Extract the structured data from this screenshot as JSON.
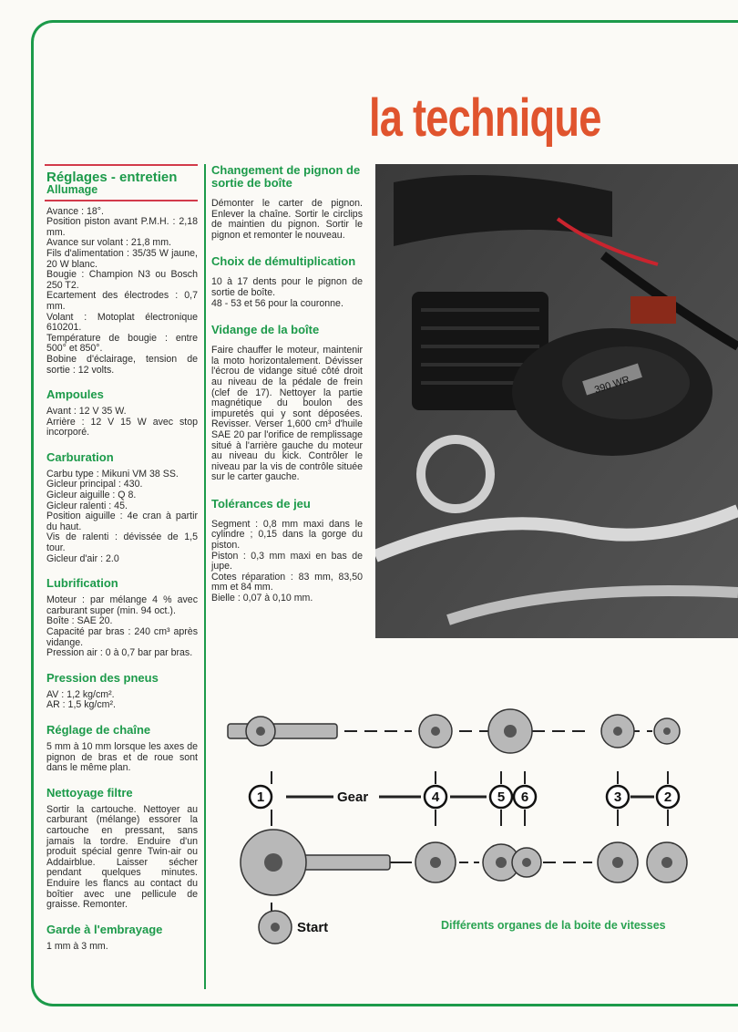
{
  "title": "la technique",
  "left": {
    "heading": "Réglages - entretien",
    "subheading": "Allumage",
    "allumage": [
      "Avance : 18°.",
      "Position piston avant P.M.H. : 2,18 mm.",
      "Avance sur volant : 21,8 mm.",
      "Fils d'alimentation : 35/35 W jaune, 20 W blanc.",
      "Bougie : Champion N3 ou Bosch 250 T2.",
      "Ecartement des électrodes : 0,7 mm.",
      "Volant : Motoplat électronique 610201.",
      "Température de bougie : entre 500° et 850°.",
      "Bobine d'éclairage, tension de sortie : 12 volts."
    ],
    "ampoules_title": "Ampoules",
    "ampoules": [
      "Avant : 12 V 35 W.",
      "Arrière : 12 V 15 W avec stop incorporé."
    ],
    "carburation_title": "Carburation",
    "carburation": [
      "Carbu type : Mikuni VM 38 SS.",
      "Gicleur principal : 430.",
      "Gicleur aiguille : Q 8.",
      "Gicleur ralenti : 45.",
      "Position aiguille : 4e cran à partir du haut.",
      "Vis de ralenti : dévissée de 1,5 tour.",
      "Gicleur d'air : 2.0"
    ],
    "lubrification_title": "Lubrification",
    "lubrification": [
      "Moteur : par mélange 4 % avec carburant super (min. 94 oct.).",
      "Boîte : SAE 20.",
      "Capacité par bras : 240 cm³ après vidange.",
      "Pression air : 0 à 0,7 bar par bras."
    ],
    "pneus_title": "Pression des pneus",
    "pneus": [
      "AV : 1,2 kg/cm².",
      "AR : 1,5 kg/cm²."
    ],
    "chaine_title": "Réglage de chaîne",
    "chaine": "5 mm à 10 mm lorsque les axes de pignon de bras et de roue sont dans le même plan.",
    "filtre_title": "Nettoyage filtre",
    "filtre": "Sortir la cartouche. Nettoyer au carburant (mélange) essorer la cartouche en pressant, sans jamais la tordre. Enduire d'un produit spécial genre Twin-air ou Addairblue. Laisser sécher pendant quelques minutes. Enduire les flancs au contact du boîtier avec une pellicule de graisse. Remonter.",
    "embrayage_title": "Garde à l'embrayage",
    "embrayage": "1 mm à 3 mm."
  },
  "middle": {
    "pignon_title": "Changement de pignon de sortie de boîte",
    "pignon": "Démonter le carter de pignon. Enlever la chaîne. Sortir le circlips de maintien du pignon. Sortir le pignon et remonter le nouveau.",
    "demult_title": "Choix de démultiplication",
    "demult": [
      "10 à 17 dents pour le pignon de sortie de boîte.",
      "48 - 53 et 56 pour la couronne."
    ],
    "vidange_title": "Vidange de la boîte",
    "vidange": "Faire chauffer le moteur, maintenir la moto horizontalement. Dévisser l'écrou de vidange situé côté droit au niveau de la pédale de frein (clef de 17). Nettoyer la partie magnétique du boulon des impuretés qui y sont déposées. Revisser. Verser 1,600 cm³ d'huile SAE 20 par l'orifice de remplissage situé à l'arrière gauche du moteur au niveau du kick. Contrôler le niveau par la vis de contrôle située sur le carter gauche.",
    "tolerances_title": "Tolérances de jeu",
    "tolerances": [
      "Segment : 0,8 mm maxi dans le cylindre ; 0,15 dans la gorge du piston.",
      "Piston : 0,3 mm maxi en bas de jupe.",
      "Cotes réparation : 83 mm, 83,50 mm et 84 mm.",
      "Bielle : 0,07 à 0,10 mm."
    ]
  },
  "photo": {
    "engine_label": "390 WR"
  },
  "diagram": {
    "gear_numbers": [
      "1",
      "4",
      "5",
      "6",
      "3",
      "2"
    ],
    "gear_label": "Gear",
    "start_label": "Start",
    "caption": "Différents organes de la boite de vitesses"
  },
  "colors": {
    "accent_green": "#1c9a4a",
    "title_orange": "#e0542e",
    "rule_red": "#d23a4a"
  }
}
